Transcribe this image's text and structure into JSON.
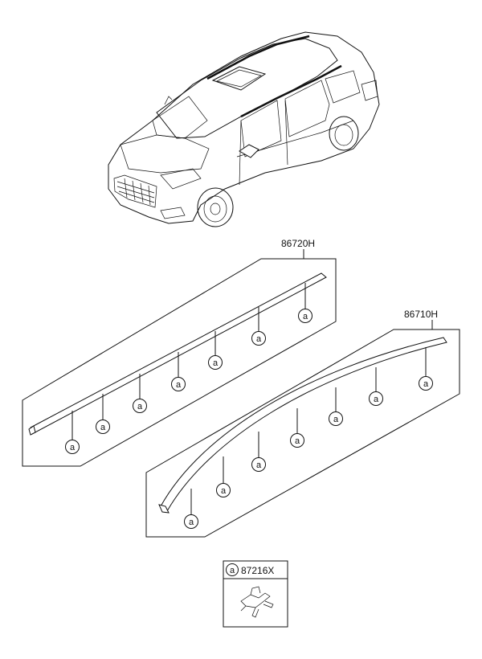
{
  "parts": [
    {
      "part_number": "86720H",
      "clip_marker": "a",
      "clip_count": 7
    },
    {
      "part_number": "86710H",
      "clip_marker": "a",
      "clip_count": 7
    }
  ],
  "legend": {
    "marker": "a",
    "part_number": "87216X"
  },
  "colors": {
    "line": "#111111",
    "background": "#ffffff"
  }
}
